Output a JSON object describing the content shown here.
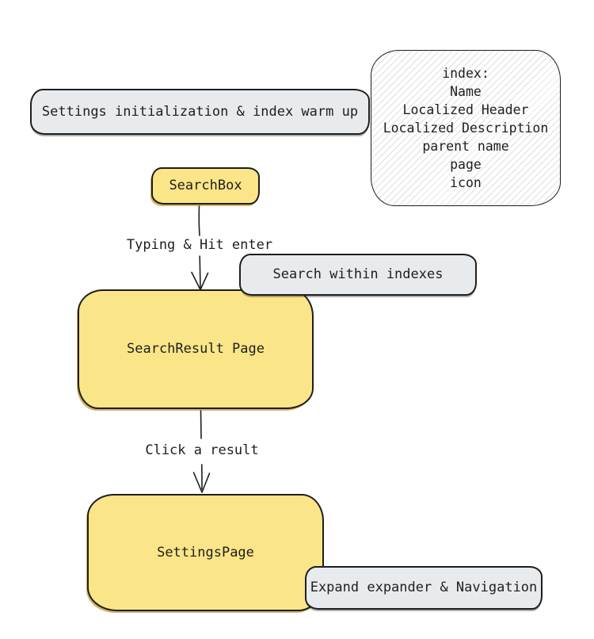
{
  "diagram": {
    "title_hint": "settings search flow",
    "colors": {
      "background": "#ffffff",
      "stroke": "#1e1e1e",
      "yellow_fill": "#fae588",
      "gray_fill": "#e8ebee",
      "hatch_line": "#8c8c8c",
      "text": "#1e1e1e"
    },
    "nodes": {
      "settings_init": {
        "label": "Settings initialization & index warm up"
      },
      "index_note": {
        "lines": [
          "index:",
          "Name",
          "Localized Header",
          "Localized Description",
          "parent name",
          "page",
          "icon"
        ]
      },
      "search_box": {
        "label": "SearchBox"
      },
      "search_within": {
        "label": "Search within indexes"
      },
      "search_result": {
        "label": "SearchResult Page"
      },
      "settings_page": {
        "label": "SettingsPage"
      },
      "expand_nav": {
        "label": "Expand expander & Navigation"
      }
    },
    "edge_labels": {
      "typing": "Typing & Hit enter",
      "click": "Click a result"
    }
  }
}
